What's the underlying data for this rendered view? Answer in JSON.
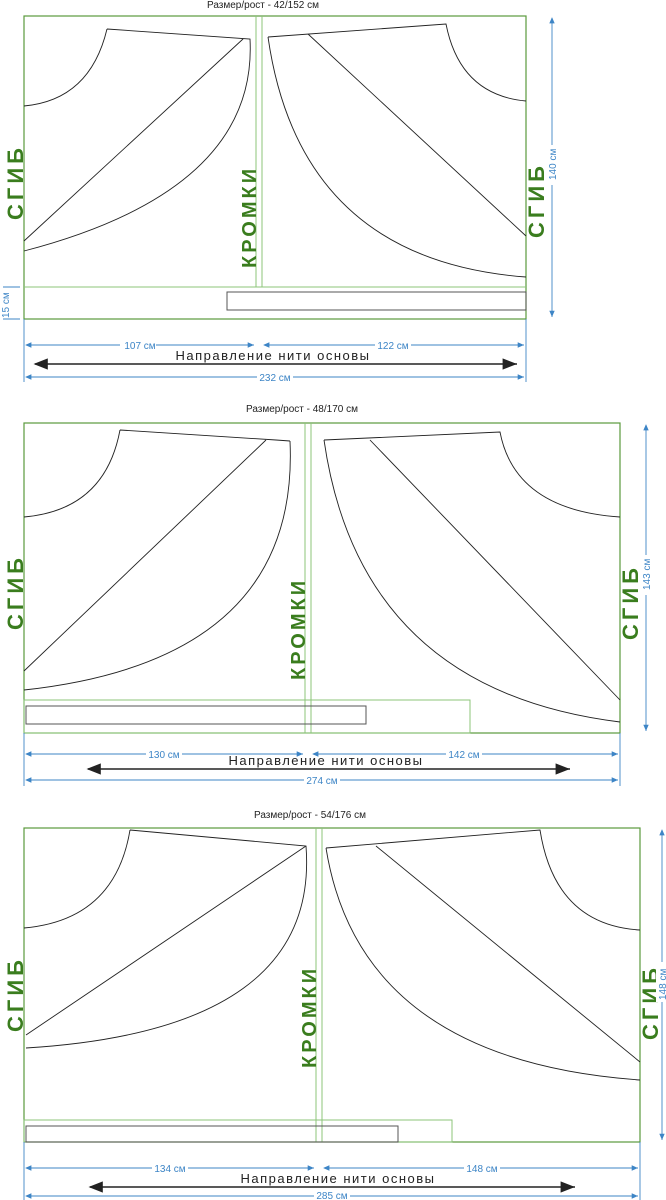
{
  "layouts": [
    {
      "title": "Размер/рост - 42/152 см",
      "fold_label": "СГИБ",
      "selvage_label": "КРОМКИ",
      "height_dim": "140 см",
      "hem_dim": "15 см",
      "left_width": "107 см",
      "right_width": "122 см",
      "total_width": "232 см",
      "grain_label": "Направление нити основы"
    },
    {
      "title": "Размер/рост - 48/170 см",
      "fold_label": "СГИБ",
      "selvage_label": "КРОМКИ",
      "height_dim": "143 см",
      "left_width": "130 см",
      "right_width": "142 см",
      "total_width": "274 см",
      "grain_label": "Направление нити основы"
    },
    {
      "title": "Размер/рост - 54/176 см",
      "fold_label": "СГИБ",
      "selvage_label": "КРОМКИ",
      "height_dim": "148 см",
      "left_width": "134 см",
      "right_width": "148 см",
      "total_width": "285 см",
      "grain_label": "Направление нити основы"
    }
  ],
  "colors": {
    "fold_green": "#3a7d1e",
    "dimension_blue": "#3d85c6"
  }
}
